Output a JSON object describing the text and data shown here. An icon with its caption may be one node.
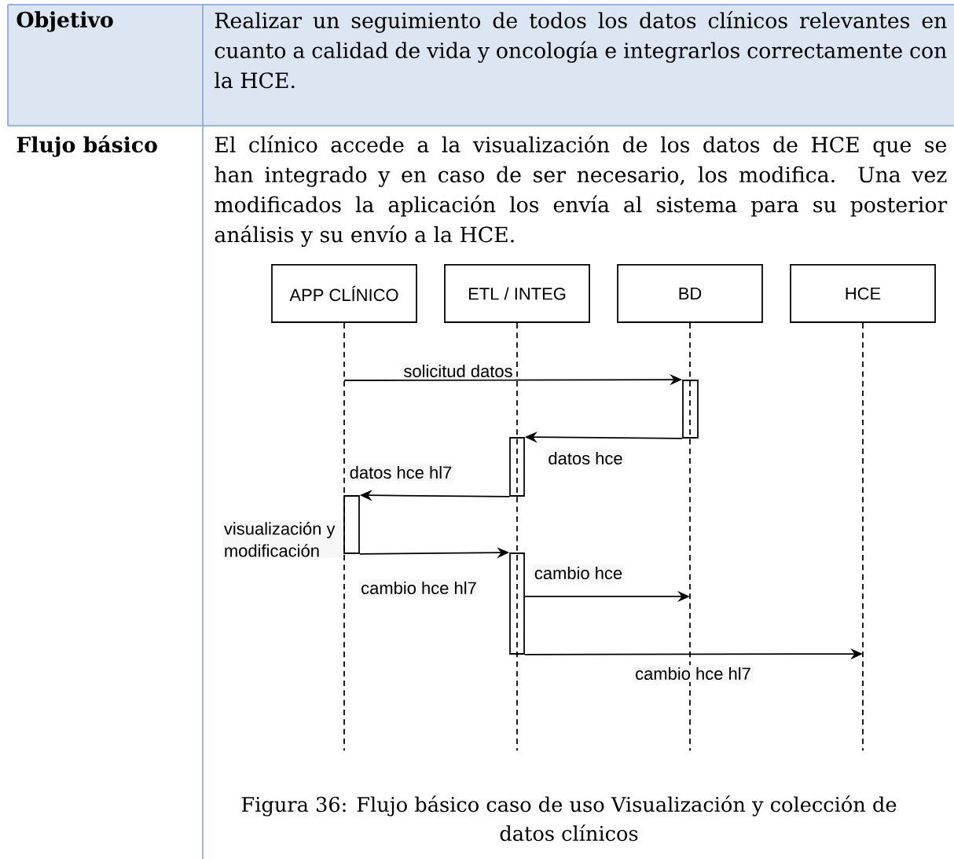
{
  "diagram": {
    "caption": "Figura 36: Flujo básico caso de uso Visualización y colección de datos clínicos",
    "nodes": [
      {
        "text": [
          "APP CLÍNICO"
        ]
      },
      {
        "text": [
          "ETL / INTEG"
        ]
      },
      {
        "text": [
          "BD"
        ]
      },
      {
        "text": [
          "HCE"
        ]
      },
      {
        "text": [],
        "shape": "bar"
      },
      {
        "text": [],
        "shape": "bar"
      },
      {
        "text": [],
        "shape": "bar",
        "beside": [
          "visualización y modificación"
        ]
      },
      {
        "text": [],
        "shape": "bar"
      }
    ],
    "edges": [
      {
        "from": 0,
        "to": null,
        "arrow": "none",
        "style": "dashed"
      },
      {
        "from": 1,
        "to": null,
        "arrow": "none",
        "style": "dashed"
      },
      {
        "from": 2,
        "to": null,
        "arrow": "none",
        "style": "dashed"
      },
      {
        "from": 3,
        "to": null,
        "arrow": "none",
        "style": "dashed"
      },
      {
        "from": null,
        "to": 4,
        "arrow": "to",
        "label": "solicitud datos"
      },
      {
        "from": 4,
        "to": 5,
        "arrow": "to",
        "label": "datos hce"
      },
      {
        "from": 5,
        "to": 6,
        "arrow": "to",
        "label": "datos hce hl7"
      },
      {
        "from": 6,
        "to": 7,
        "arrow": "to",
        "label": "cambio hce hl7"
      },
      {
        "from": 7,
        "to": null,
        "arrow": "to",
        "label": "cambio hce"
      },
      {
        "from": 7,
        "to": null,
        "arrow": "to",
        "label": "cambio hce hl7"
      }
    ],
    "labels": [
      "Objetivo",
      "Realizar un seguimiento de todos los datos clínicos relevantes en cuanto a calidad de vida y oncología e integrarlos correctamente con la HCE.",
      "Flujo básico",
      "El clínico accede a la visualización de los datos de HCE que se han integrado y en caso de ser necesario, los modifica. Una vez modificados la aplicación los envía al sistema para su posterior análisis y su envío a la HCE."
    ]
  }
}
